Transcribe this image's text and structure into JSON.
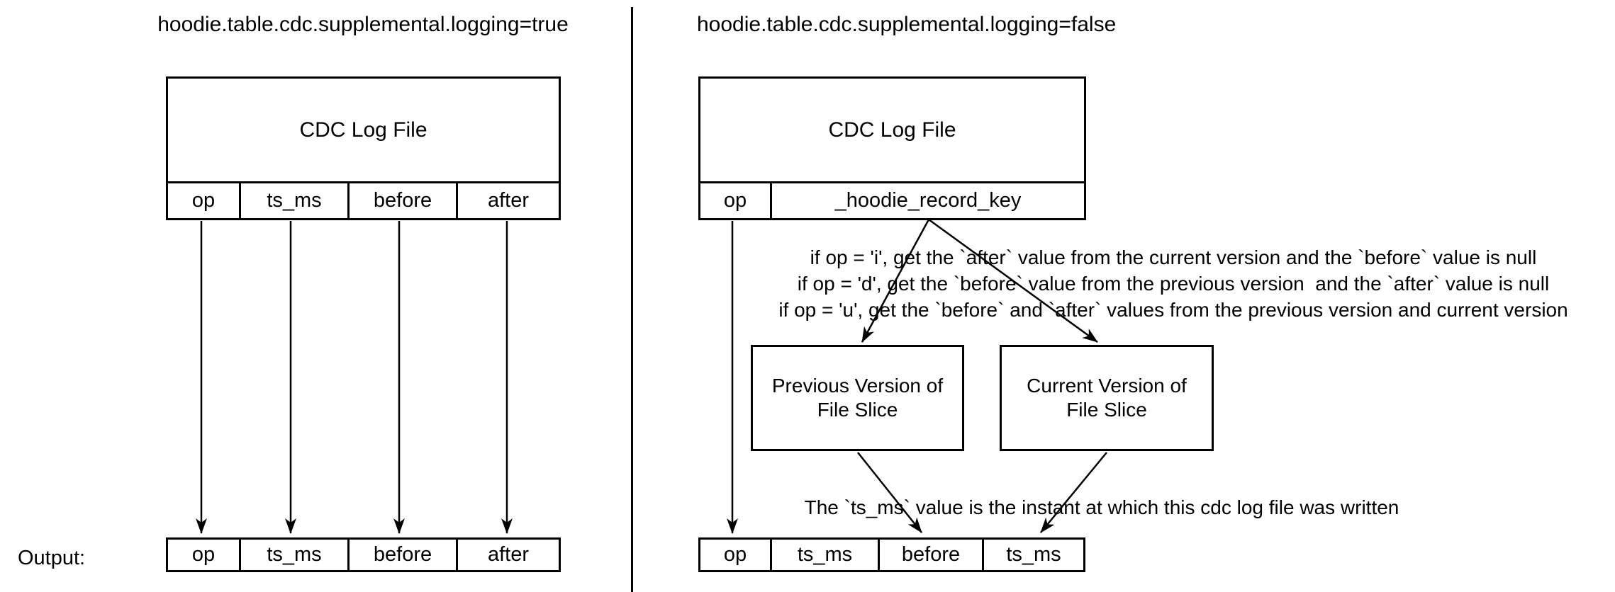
{
  "colors": {
    "ink": "#000000",
    "background": "#ffffff"
  },
  "left_panel": {
    "title": "hoodie.table.cdc.supplemental.logging=true",
    "cdc_box": {
      "label": "CDC Log File",
      "columns": [
        "op",
        "ts_ms",
        "before",
        "after"
      ]
    },
    "output_label": "Output:",
    "output_columns": [
      "op",
      "ts_ms",
      "before",
      "after"
    ]
  },
  "right_panel": {
    "title": "hoodie.table.cdc.supplemental.logging=false",
    "cdc_box": {
      "label": "CDC Log File",
      "columns": [
        "op",
        "_hoodie_record_key"
      ]
    },
    "op_rules": [
      "if op = 'i', get the `after` value from the current version and the `before` value is null",
      "if op = 'd', get the `before` value from the previous version  and the `after` value is null",
      "if op = 'u', get the `before` and `after` values from the previous version and current version"
    ],
    "previous_box": {
      "line1": "Previous Version of",
      "line2": "File Slice"
    },
    "current_box": {
      "line1": "Current Version of",
      "line2": "File Slice"
    },
    "ts_ms_note": "The `ts_ms` value is the instant at which this cdc log file was written",
    "output_columns": [
      "op",
      "ts_ms",
      "before",
      "ts_ms"
    ]
  }
}
